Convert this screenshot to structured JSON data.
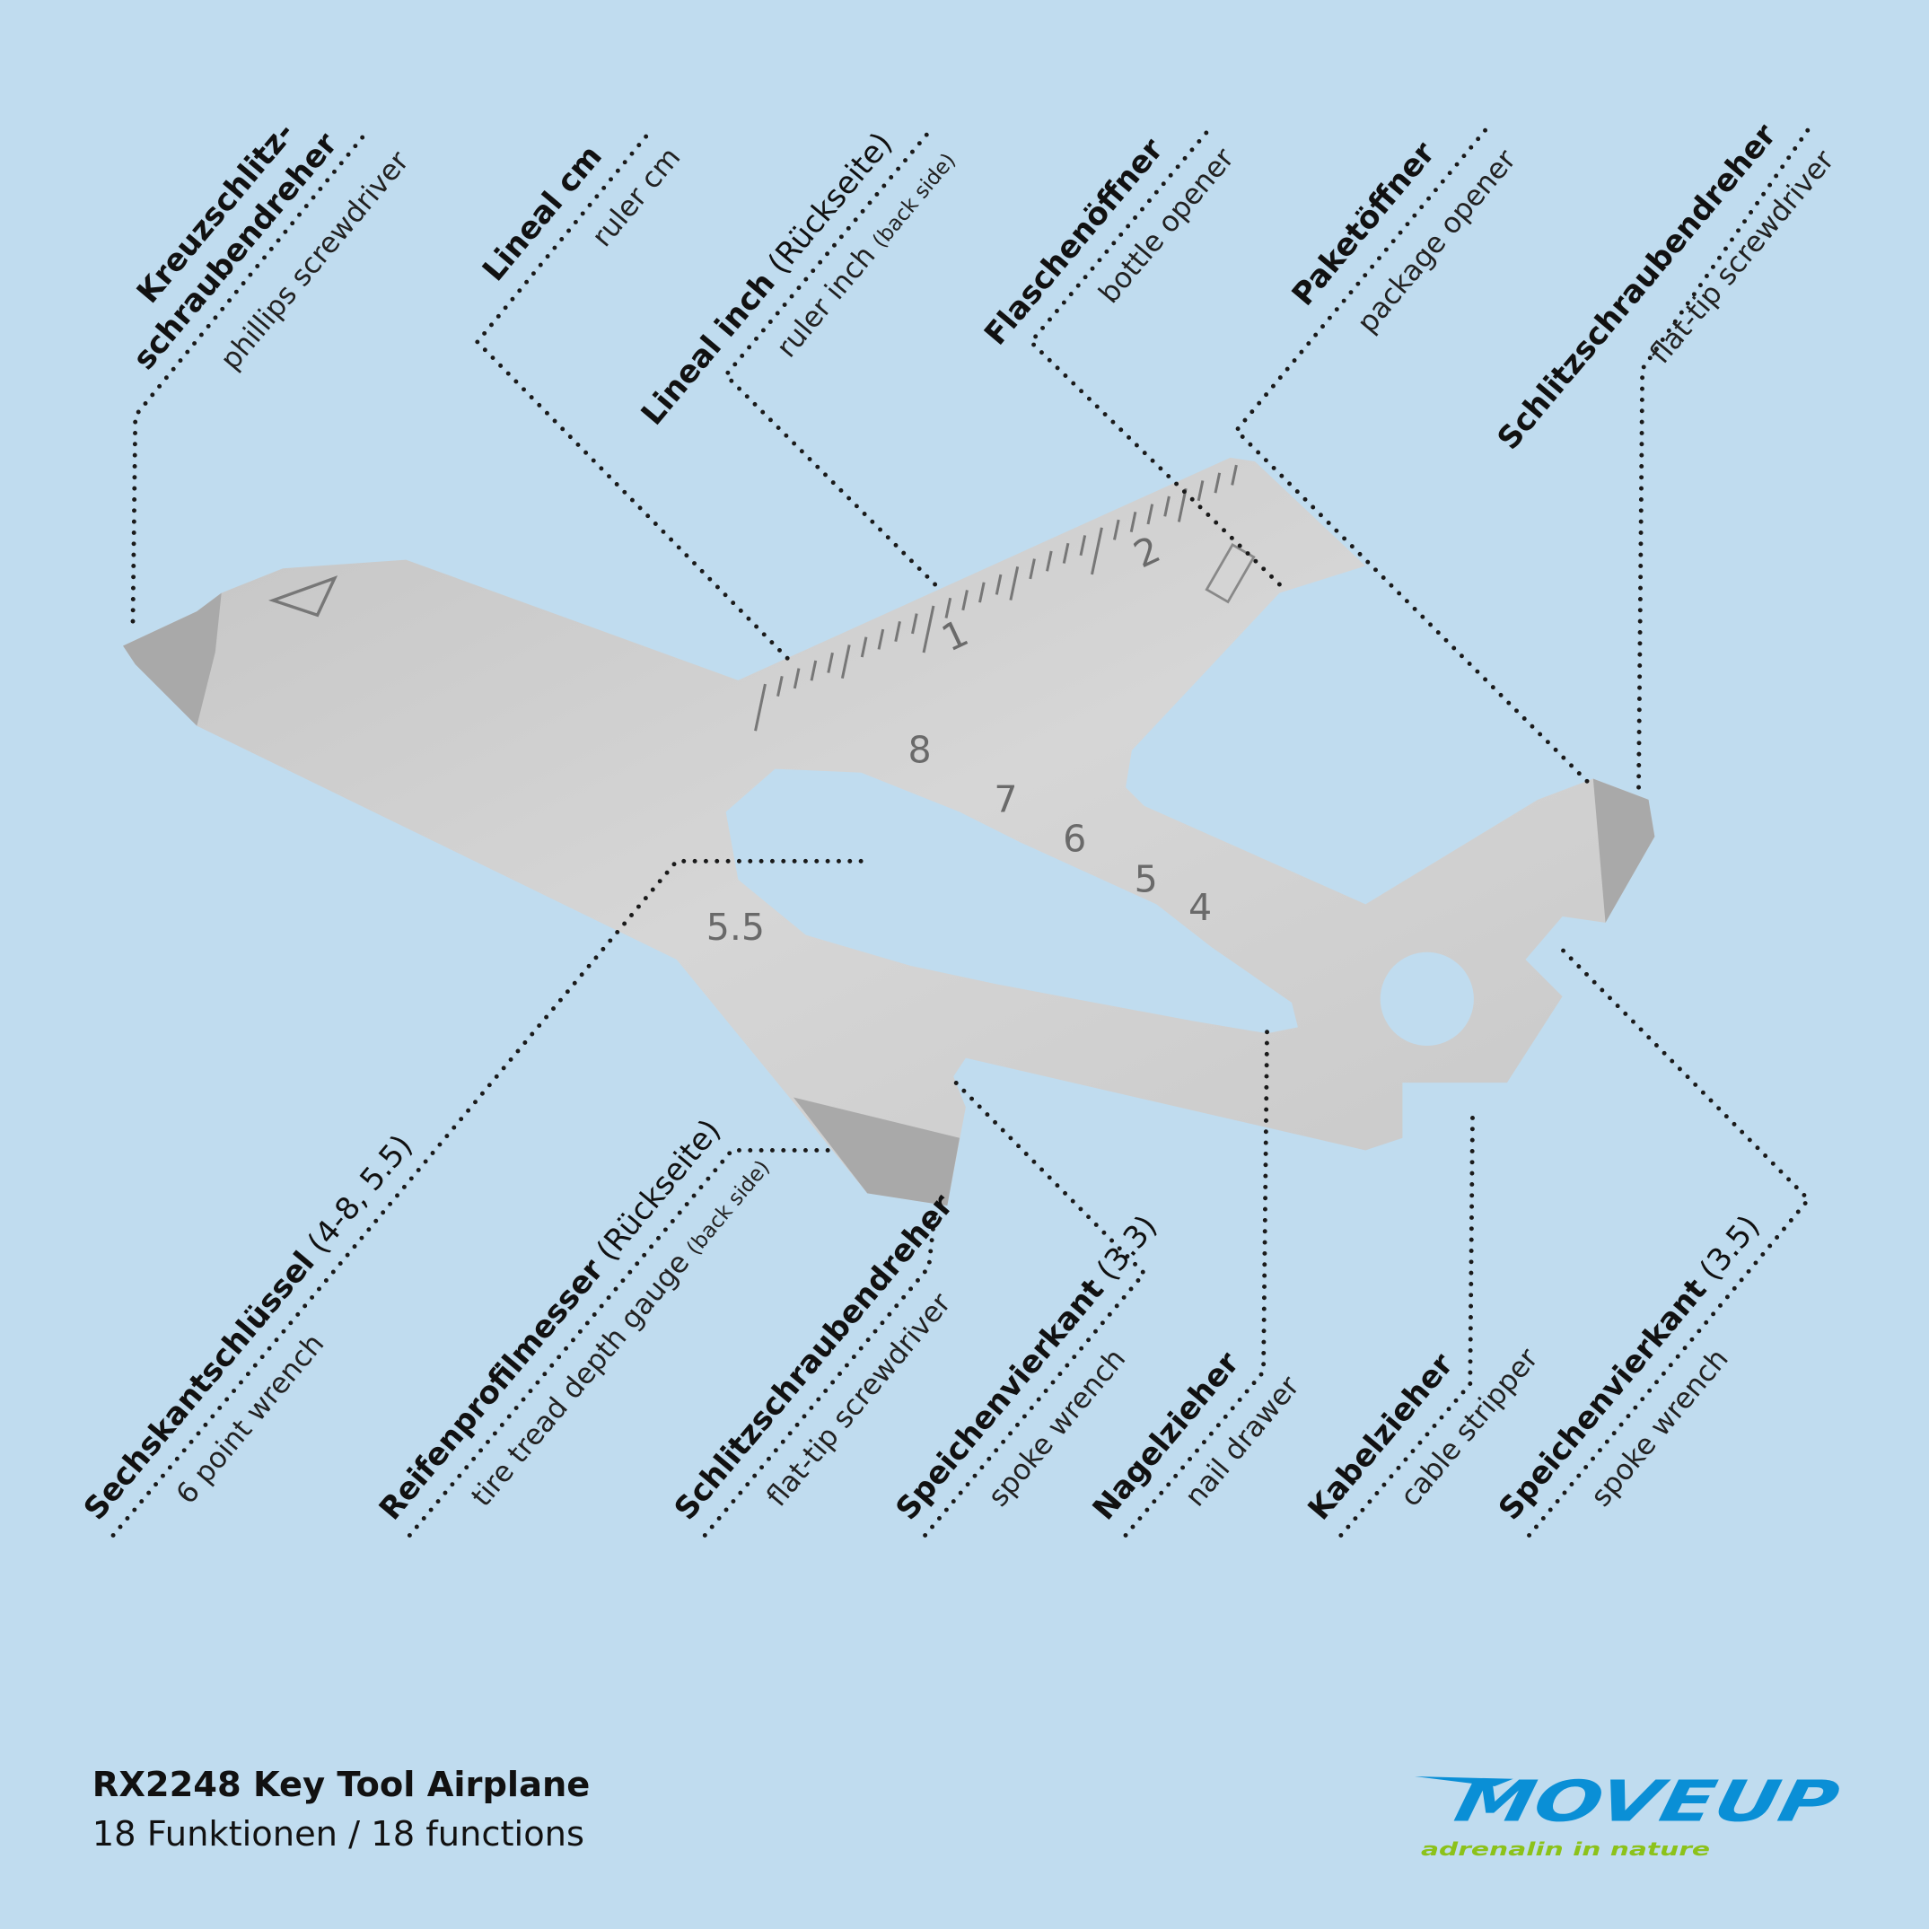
{
  "colors": {
    "background": "#c0dcef",
    "metal": "#cfcfcf",
    "logo_blue": "#0a8fd6",
    "logo_green": "#8cc21a"
  },
  "labels": {
    "phillips": {
      "de1": "Kreuzschlitz-",
      "de2": "schraubendreher",
      "en": "phillips screwdriver"
    },
    "ruler_cm": {
      "de": "Lineal cm",
      "en": "ruler cm"
    },
    "ruler_inch": {
      "de": "Lineal inch",
      "de_suffix": " (Rückseite)",
      "en": "ruler inch ",
      "en_suffix": "(back side)"
    },
    "bottle": {
      "de": "Flaschenöffner",
      "en": "bottle opener"
    },
    "package": {
      "de": "Paketöffner",
      "en": "package opener"
    },
    "flat_top": {
      "de": "Schlitzschraubendreher",
      "en": "flat-tip screwdriver"
    },
    "hex": {
      "de": "Sechskantschlüssel",
      "de_suffix": " (4-8, 5.5)",
      "en": "6 point wrench"
    },
    "tread": {
      "de": "Reifenprofilmesser",
      "de_suffix": " (Rückseite)",
      "en": "tire tread depth gauge ",
      "en_suffix": "(back side)"
    },
    "flat_bottom": {
      "de": "Schlitzschraubendreher",
      "en": "flat-tip screwdriver"
    },
    "spoke33": {
      "de": "Speichenvierkant",
      "de_suffix": " (3.3)",
      "en": "spoke wrench"
    },
    "nail": {
      "de": "Nagelzieher",
      "en": "nail drawer"
    },
    "cable": {
      "de": "Kabelzieher",
      "en": "cable stripper"
    },
    "spoke35": {
      "de": "Speichenvierkant",
      "de_suffix": " (3.5)",
      "en": "spoke wrench"
    }
  },
  "tool_marks": {
    "ruler": [
      "1",
      "2"
    ],
    "wrench": [
      "8",
      "7",
      "6",
      "5",
      "4",
      "5.5"
    ]
  },
  "footer": {
    "title": "RX2248 Key Tool Airplane",
    "subtitle": "18 Funktionen / 18 functions"
  },
  "logo": {
    "brand": "MOVEUP",
    "tagline": "adrenalin in nature"
  }
}
